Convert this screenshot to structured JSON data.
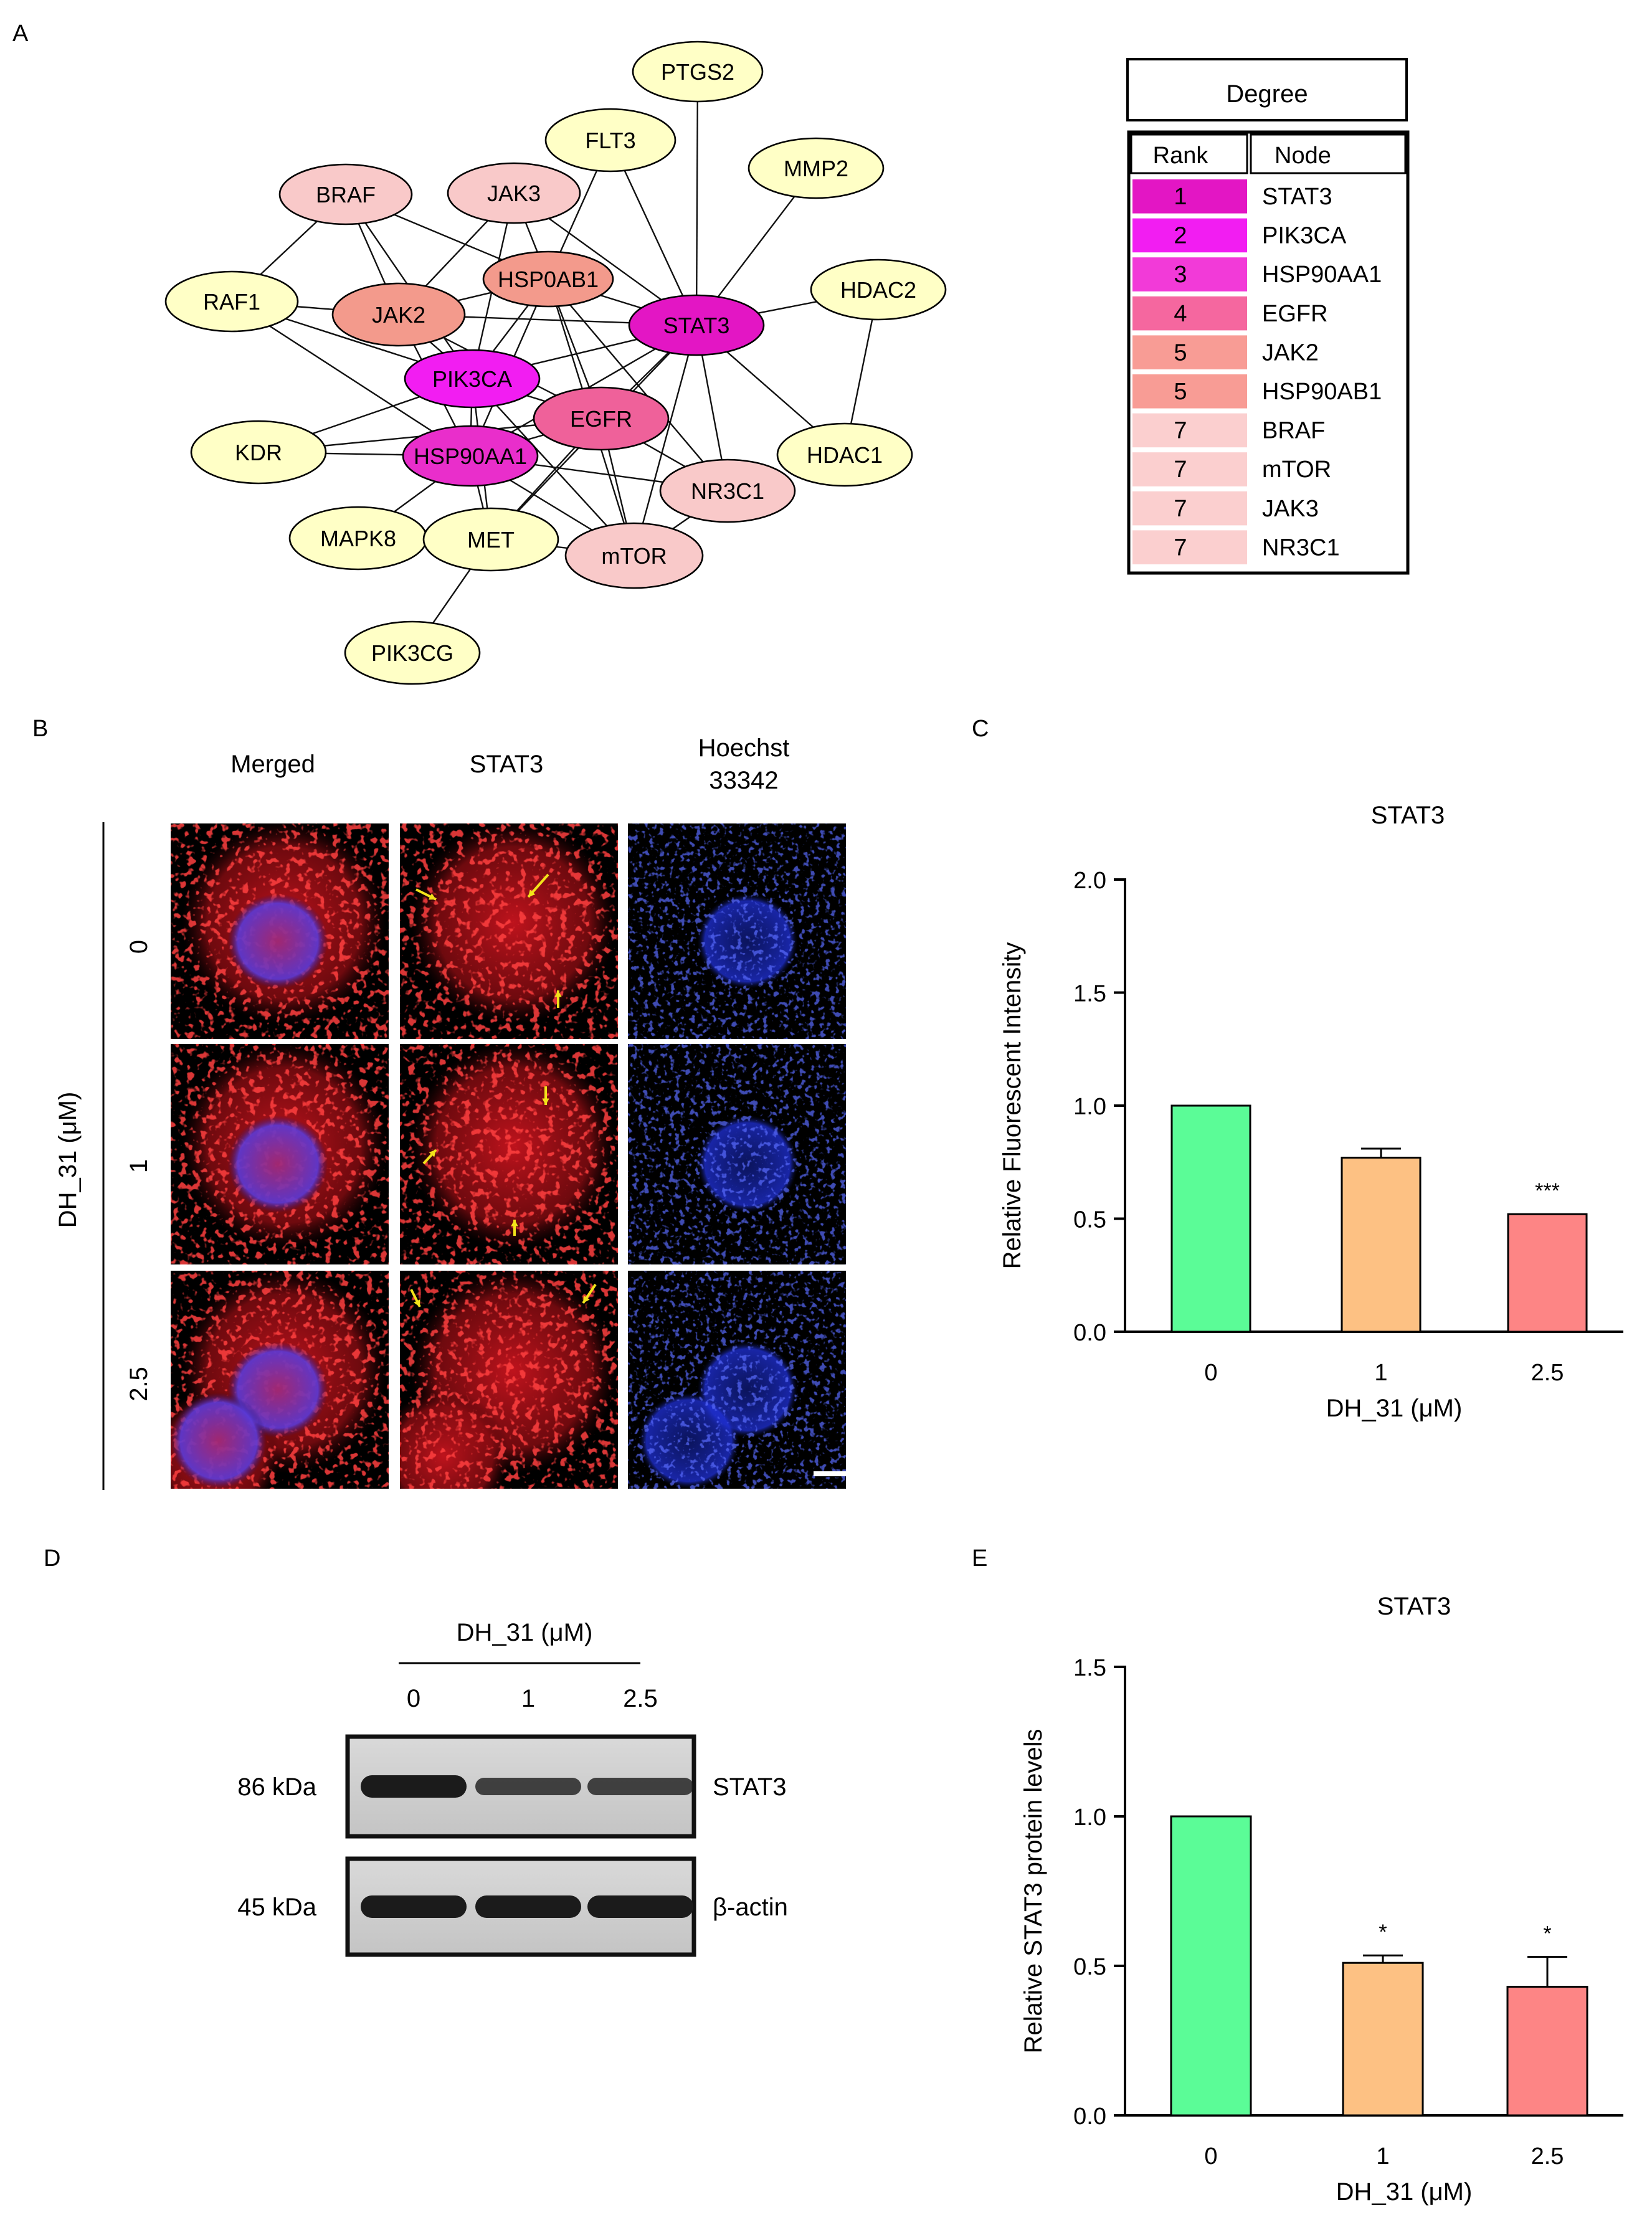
{
  "panels": {
    "A": {
      "letter": "A",
      "nodes": [
        {
          "id": "PTGS2",
          "label": "PTGS2",
          "color": "#ffffc6"
        },
        {
          "id": "FLT3",
          "label": "FLT3",
          "color": "#ffffc6"
        },
        {
          "id": "MMP2",
          "label": "MMP2",
          "color": "#ffffc6"
        },
        {
          "id": "BRAF",
          "label": "BRAF",
          "color": "#f9c9c9"
        },
        {
          "id": "JAK3",
          "label": "JAK3",
          "color": "#f9c9c9"
        },
        {
          "id": "HSP0AB1",
          "label": "HSP0AB1",
          "color": "#f39a8c"
        },
        {
          "id": "HDAC2",
          "label": "HDAC2",
          "color": "#ffffc6"
        },
        {
          "id": "RAF1",
          "label": "RAF1",
          "color": "#ffffc6"
        },
        {
          "id": "JAK2",
          "label": "JAK2",
          "color": "#f39a8c"
        },
        {
          "id": "STAT3",
          "label": "STAT3",
          "color": "#e316c4"
        },
        {
          "id": "PIK3CA",
          "label": "PIK3CA",
          "color": "#f21df2"
        },
        {
          "id": "EGFR",
          "label": "EGFR",
          "color": "#ef619a"
        },
        {
          "id": "KDR",
          "label": "KDR",
          "color": "#ffffc6"
        },
        {
          "id": "HDAC1",
          "label": "HDAC1",
          "color": "#ffffc6"
        },
        {
          "id": "HSP90AA1",
          "label": "HSP90AA1",
          "color": "#e92ecb"
        },
        {
          "id": "NR3C1",
          "label": "NR3C1",
          "color": "#f9c9c9"
        },
        {
          "id": "MAPK8",
          "label": "MAPK8",
          "color": "#ffffc6"
        },
        {
          "id": "MET",
          "label": "MET",
          "color": "#ffffc6"
        },
        {
          "id": "mTOR",
          "label": "mTOR",
          "color": "#f9c9c9"
        },
        {
          "id": "PIK3CG",
          "label": "PIK3CG",
          "color": "#ffffc6"
        }
      ],
      "edges": [
        [
          "PTGS2",
          "STAT3"
        ],
        [
          "FLT3",
          "STAT3"
        ],
        [
          "FLT3",
          "HSP0AB1"
        ],
        [
          "MMP2",
          "STAT3"
        ],
        [
          "BRAF",
          "RAF1"
        ],
        [
          "BRAF",
          "JAK2"
        ],
        [
          "BRAF",
          "HSP0AB1"
        ],
        [
          "BRAF",
          "PIK3CA"
        ],
        [
          "JAK3",
          "STAT3"
        ],
        [
          "JAK3",
          "JAK2"
        ],
        [
          "JAK3",
          "HSP0AB1"
        ],
        [
          "JAK3",
          "PIK3CA"
        ],
        [
          "HDAC2",
          "STAT3"
        ],
        [
          "HDAC2",
          "HDAC1"
        ],
        [
          "HDAC1",
          "STAT3"
        ],
        [
          "RAF1",
          "JAK2"
        ],
        [
          "RAF1",
          "PIK3CA"
        ],
        [
          "RAF1",
          "HSP90AA1"
        ],
        [
          "JAK2",
          "HSP0AB1"
        ],
        [
          "JAK2",
          "STAT3"
        ],
        [
          "JAK2",
          "PIK3CA"
        ],
        [
          "JAK2",
          "HSP90AA1"
        ],
        [
          "JAK2",
          "EGFR"
        ],
        [
          "HSP0AB1",
          "STAT3"
        ],
        [
          "HSP0AB1",
          "PIK3CA"
        ],
        [
          "HSP0AB1",
          "EGFR"
        ],
        [
          "HSP0AB1",
          "HSP90AA1"
        ],
        [
          "HSP0AB1",
          "NR3C1"
        ],
        [
          "HSP0AB1",
          "mTOR"
        ],
        [
          "STAT3",
          "PIK3CA"
        ],
        [
          "STAT3",
          "EGFR"
        ],
        [
          "STAT3",
          "HSP90AA1"
        ],
        [
          "STAT3",
          "NR3C1"
        ],
        [
          "STAT3",
          "mTOR"
        ],
        [
          "STAT3",
          "MET"
        ],
        [
          "PIK3CA",
          "EGFR"
        ],
        [
          "PIK3CA",
          "HSP90AA1"
        ],
        [
          "PIK3CA",
          "KDR"
        ],
        [
          "PIK3CA",
          "mTOR"
        ],
        [
          "PIK3CA",
          "MET"
        ],
        [
          "EGFR",
          "HSP90AA1"
        ],
        [
          "EGFR",
          "NR3C1"
        ],
        [
          "EGFR",
          "mTOR"
        ],
        [
          "EGFR",
          "MET"
        ],
        [
          "EGFR",
          "KDR"
        ],
        [
          "KDR",
          "HSP90AA1"
        ],
        [
          "HSP90AA1",
          "NR3C1"
        ],
        [
          "HSP90AA1",
          "mTOR"
        ],
        [
          "HSP90AA1",
          "MAPK8"
        ],
        [
          "HSP90AA1",
          "MET"
        ],
        [
          "MET",
          "PIK3CG"
        ],
        [
          "MET",
          "mTOR"
        ],
        [
          "NR3C1",
          "mTOR"
        ]
      ],
      "table": {
        "title": "Degree",
        "headers": [
          "Rank",
          "Node"
        ],
        "rows": [
          {
            "rank": "1",
            "node": "STAT3",
            "color": "#e316c4"
          },
          {
            "rank": "2",
            "node": "PIK3CA",
            "color": "#f21df2"
          },
          {
            "rank": "3",
            "node": "HSP90AA1",
            "color": "#f23ad8"
          },
          {
            "rank": "4",
            "node": "EGFR",
            "color": "#f5679f"
          },
          {
            "rank": "5",
            "node": "JAK2",
            "color": "#f89c95"
          },
          {
            "rank": "5",
            "node": "HSP90AB1",
            "color": "#f89c95"
          },
          {
            "rank": "7",
            "node": "BRAF",
            "color": "#fbcfcf"
          },
          {
            "rank": "7",
            "node": "mTOR",
            "color": "#fbcfcf"
          },
          {
            "rank": "7",
            "node": "JAK3",
            "color": "#fbcfcf"
          },
          {
            "rank": "7",
            "node": "NR3C1",
            "color": "#fbcfcf"
          }
        ]
      }
    },
    "B": {
      "letter": "B",
      "column_headers": [
        "Merged",
        "STAT3",
        "Hoechst"
      ],
      "column_header_line2": "33342",
      "row_axis_label": "DH_31 (μM)",
      "row_labels": [
        "0",
        "1",
        "2.5"
      ]
    },
    "D": {
      "letter": "D",
      "treatment_label": "DH_31 (μM)",
      "lane_labels": [
        "0",
        "1",
        "2.5"
      ],
      "bands": [
        {
          "mw": "86 kDa",
          "protein": "STAT3",
          "intensity": [
            1.0,
            0.55,
            0.55
          ]
        },
        {
          "mw": "45 kDa",
          "protein": "β-actin",
          "intensity": [
            1.0,
            1.0,
            1.0
          ]
        }
      ]
    }
  },
  "chart_data": [
    {
      "panel": "C",
      "type": "bar",
      "title": "STAT3",
      "categories": [
        "0",
        "1",
        "2.5"
      ],
      "values": [
        1.0,
        0.77,
        0.52
      ],
      "errors": [
        0,
        0.04,
        0
      ],
      "annotations": [
        "",
        "",
        "***"
      ],
      "colors": [
        "#5bfc97",
        "#fdc183",
        "#fd8585"
      ],
      "xlabel": "DH_31 (μM)",
      "ylabel": "Relative Fluorescent Intensity",
      "ylim": [
        0.0,
        2.0
      ],
      "yticks": [
        "0.0",
        "0.5",
        "1.0",
        "1.5",
        "2.0"
      ],
      "grid": false,
      "legend": "none"
    },
    {
      "panel": "E",
      "type": "bar",
      "title": "STAT3",
      "categories": [
        "0",
        "1",
        "2.5"
      ],
      "values": [
        1.0,
        0.51,
        0.43
      ],
      "errors": [
        0,
        0.025,
        0.1
      ],
      "annotations": [
        "",
        "*",
        "*"
      ],
      "colors": [
        "#5bfc97",
        "#fdc183",
        "#fd8585"
      ],
      "xlabel": "DH_31 (μM)",
      "ylabel": "Relative STAT3 protein levels",
      "ylim": [
        0.0,
        1.5
      ],
      "yticks": [
        "0.0",
        "0.5",
        "1.0",
        "1.5"
      ],
      "grid": false,
      "legend": "none"
    }
  ]
}
